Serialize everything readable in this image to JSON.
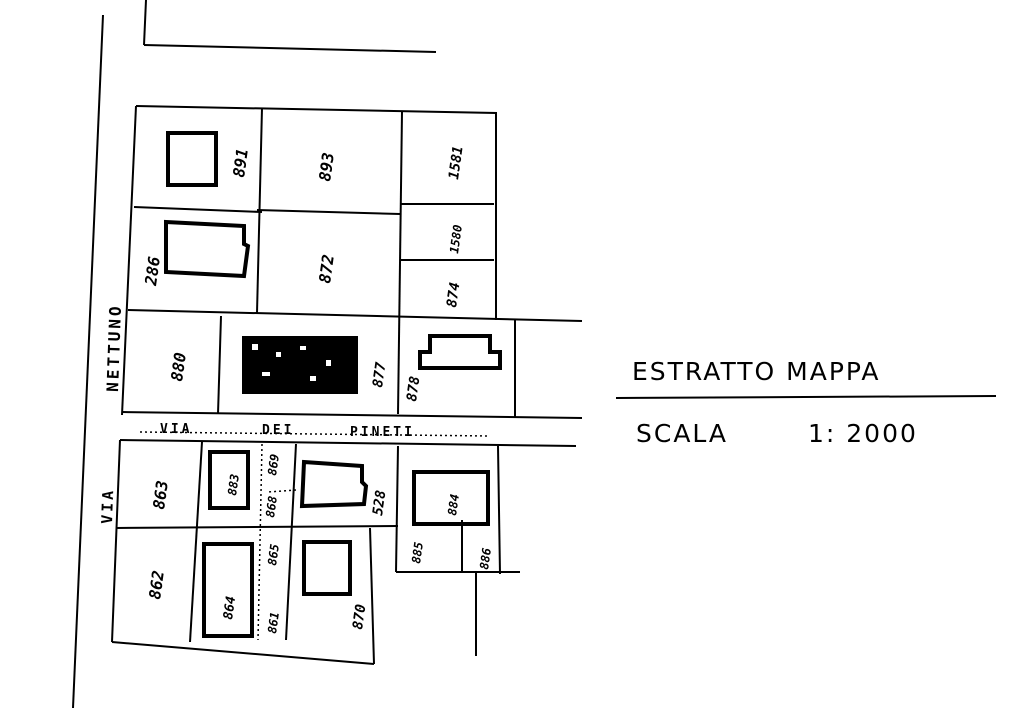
{
  "title": "ESTRATTO MAPPA",
  "scale_label": "SCALA",
  "scale_value": "1: 2000",
  "streets": {
    "neptune_label": "NETTUNO",
    "via_label": "VIA",
    "pineti_1": "VIA",
    "pineti_2": "DEI",
    "pineti_3": "PINETI"
  },
  "parcels": {
    "p891": "891",
    "p893": "893",
    "p1581": "1581",
    "p286": "286",
    "p872": "872",
    "p1580": "1580",
    "p874": "874",
    "p880": "880",
    "p877": "877",
    "p878": "878",
    "p863": "863",
    "p883": "883",
    "p869": "869",
    "p868": "868",
    "p528": "528",
    "p884": "884",
    "p862": "862",
    "p864": "864",
    "p865": "865",
    "p861": "861",
    "p870": "870",
    "p885": "885",
    "p886": "886"
  }
}
